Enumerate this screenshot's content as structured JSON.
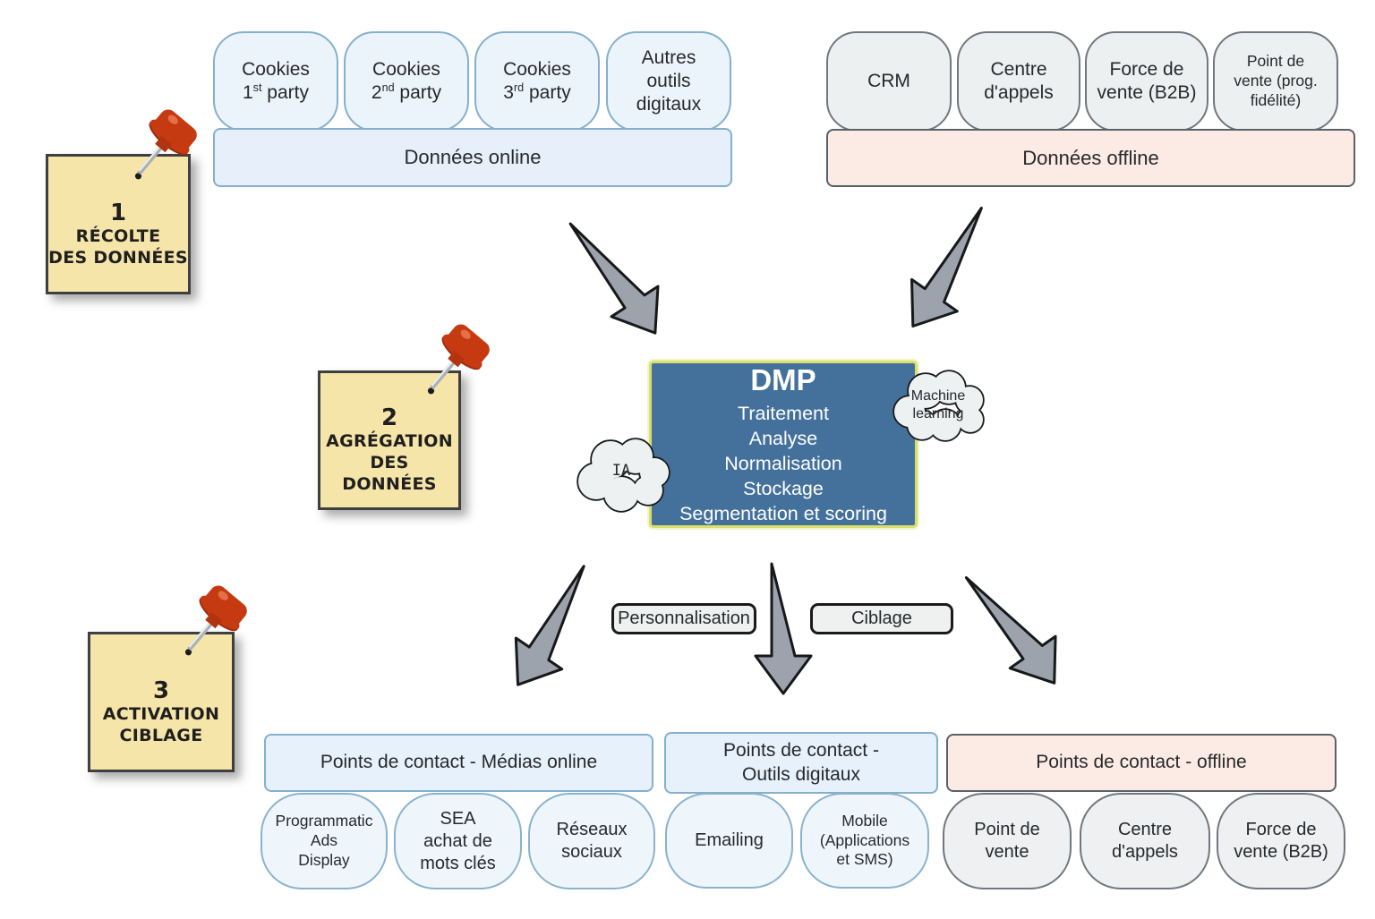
{
  "colors": {
    "dmp_fill": "#44719c",
    "dmp_border": "#d9df6a",
    "online_fill": "#ecf4fb",
    "online_border": "#84b0cc",
    "offline_fill": "#fcebe4",
    "neutral_fill": "#edf0f1",
    "neutral_border": "#70777e",
    "note_fill": "#f6e5a8",
    "arrow_fill": "#9ca3ac",
    "pin_red": "#c63a12"
  },
  "steps": [
    {
      "number": "1",
      "label": "RÉCOLTE\nDES DONNÉES"
    },
    {
      "number": "2",
      "label": "AGRÉGATION\nDES DONNÉES"
    },
    {
      "number": "3",
      "label": "ACTIVATION\nCIBLAGE"
    }
  ],
  "online_sources": {
    "bar_label": "Données online",
    "boxes": [
      {
        "line1": "Cookies",
        "ord": "1",
        "sup": "st",
        "tail": " party"
      },
      {
        "line1": "Cookies",
        "ord": "2",
        "sup": "nd",
        "tail": " party"
      },
      {
        "line1": "Cookies",
        "ord": "3",
        "sup": "rd",
        "tail": " party"
      }
    ],
    "other_box": "Autres\noutils\ndigitaux"
  },
  "offline_sources": {
    "bar_label": "Données offline",
    "boxes": [
      "CRM",
      "Centre\nd'appels",
      "Force de\nvente (B2B)",
      "Point de\nvente (prog.\nfidélité)"
    ]
  },
  "dmp": {
    "title": "DMP",
    "functions": "Traitement\nAnalyse\nNormalisation\nStockage\nSegmentation et scoring",
    "ia_cloud": "IA",
    "ml_cloud": "Machine\nlearning"
  },
  "flow_labels": {
    "personnalisation": "Personnalisation",
    "ciblage": "Ciblage"
  },
  "touchpoints": [
    {
      "header": "Points de contact - Médias online",
      "items": [
        "Programmatic\nAds\nDisplay",
        "SEA\nachat de\nmots clés",
        "Réseaux\nsociaux"
      ]
    },
    {
      "header": "Points de contact -\nOutils digitaux",
      "items": [
        "Emailing",
        "Mobile\n(Applications\net SMS)"
      ]
    },
    {
      "header": "Points de contact - offline",
      "items": [
        "Point de\nvente",
        "Centre\nd'appels",
        "Force de\nvente (B2B)"
      ]
    }
  ]
}
